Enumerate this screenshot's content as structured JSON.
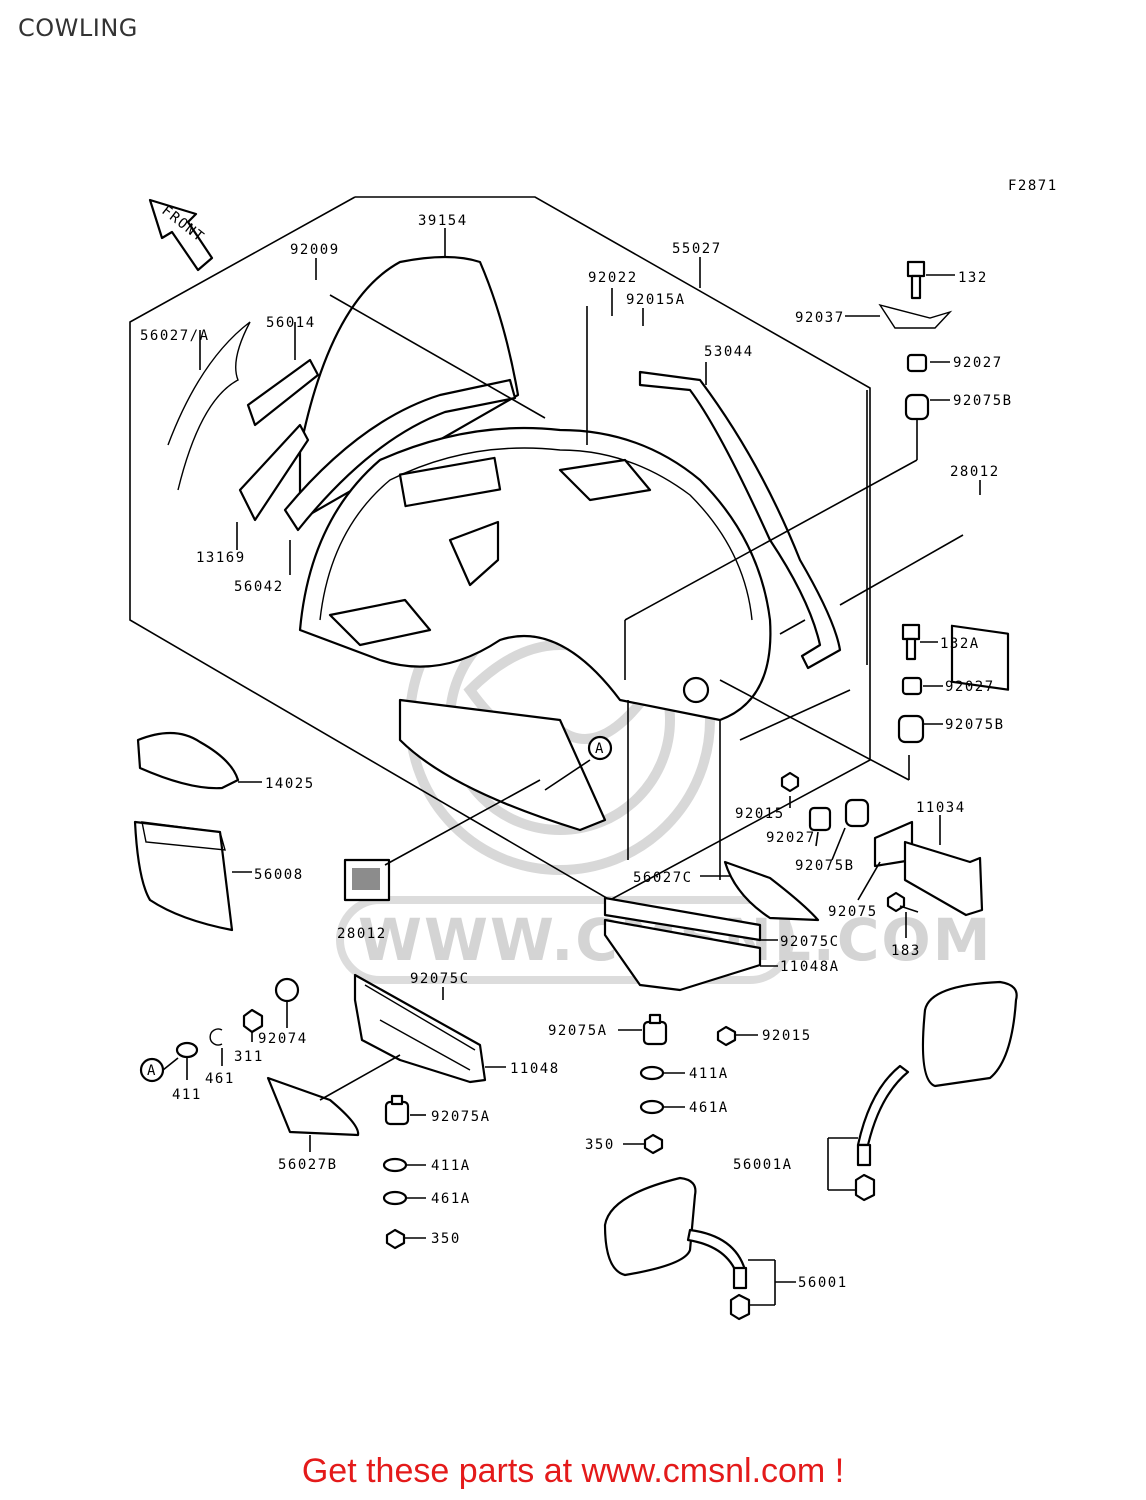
{
  "title": "COWLING",
  "figure_code": "F2871",
  "front_label": "FRONT",
  "watermark": "WWW.CMSNL.COM",
  "footer": "Get these parts at www.cmsnl.com !",
  "parts": {
    "p39154": "39154",
    "p92009": "92009",
    "p55027": "55027",
    "p92022": "92022",
    "p92015A_top": "92015A",
    "p132": "132",
    "p92037": "92037",
    "p92027_top": "92027",
    "p92075B_top": "92075B",
    "p56027A": "56027/A",
    "p56014": "56014",
    "p53044": "53044",
    "p28012_right": "28012",
    "p13169": "13169",
    "p56042": "56042",
    "p132A": "132A",
    "p92027_mid": "92027",
    "p92075B_mid": "92075B",
    "p14025": "14025",
    "p92015_mid": "92015",
    "p92027_low": "92027",
    "p92075B_low": "92075B",
    "p11034": "11034",
    "p56008": "56008",
    "p56027C": "56027C",
    "p92075": "92075",
    "p183": "183",
    "p28012_left": "28012",
    "p92075C_right": "92075C",
    "p11048A": "11048A",
    "p92075C_left": "92075C",
    "p92074": "92074",
    "p311": "311",
    "p461": "461",
    "p411": "411",
    "p11048": "11048",
    "p92075A_right": "92075A",
    "p92015_low": "92015",
    "p411A_right": "411A",
    "p461A_right": "461A",
    "p350_right": "350",
    "p56027B": "56027B",
    "p92075A_left": "92075A",
    "p411A_left": "411A",
    "p461A_left": "461A",
    "p350_left": "350",
    "p56001A": "56001A",
    "p56001": "56001",
    "ref_A": "A"
  }
}
